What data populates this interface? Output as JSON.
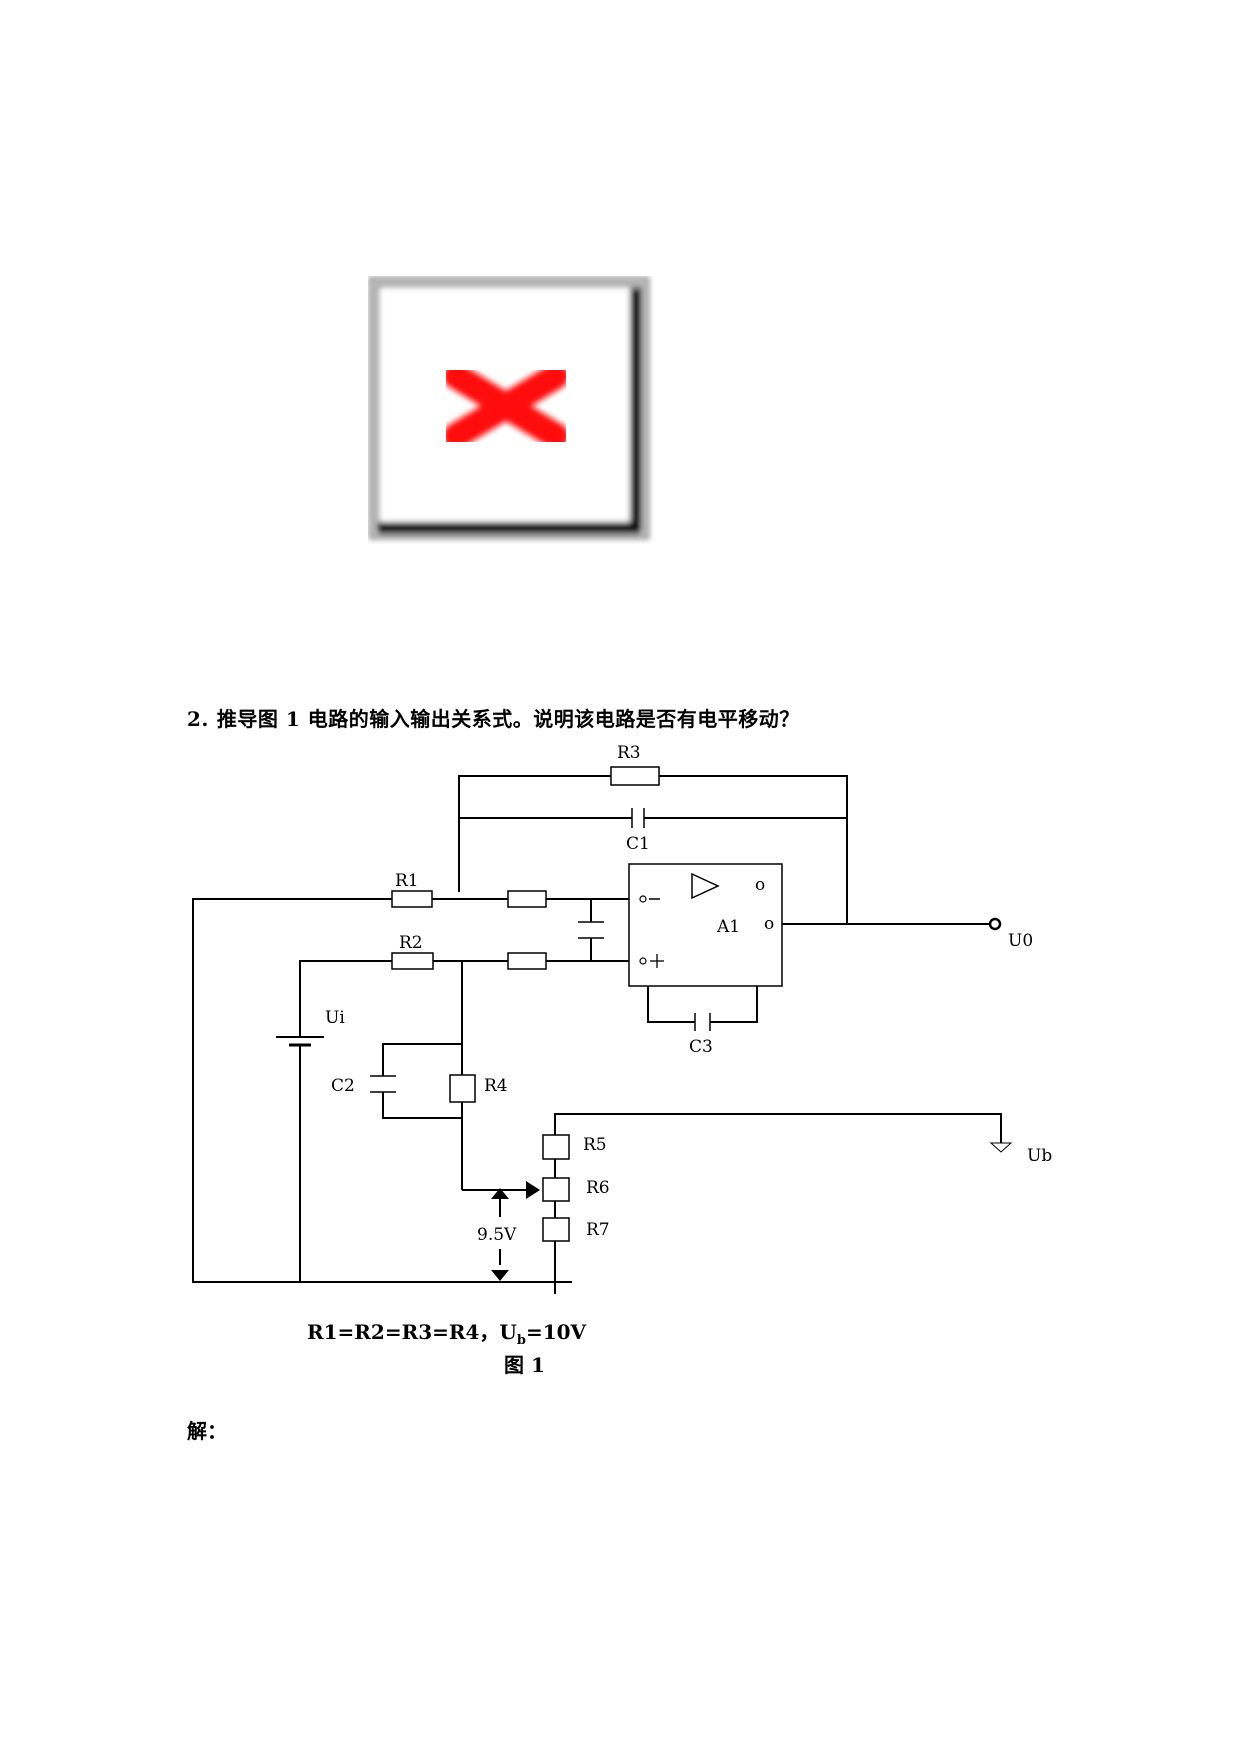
{
  "question": {
    "number": "2.",
    "text": "推导图 1 电路的输入输出关系式。说明该电路是否有电平移动？"
  },
  "figure": {
    "labels": {
      "r1": "R1",
      "r2": "R2",
      "r3": "R3",
      "r4": "R4",
      "r5": "R5",
      "r6": "R6",
      "r7": "R7",
      "c1": "C1",
      "c2": "C2",
      "c3": "C3",
      "amp": "A1",
      "output": "U0",
      "input": "Ui",
      "bias": "Ub",
      "voltage": "9.5V",
      "pin_small_a": "o",
      "pin_small_b": "o"
    },
    "params": {
      "prefix": "R1=R2=R3=R4，U",
      "sub": "b",
      "suffix": "=10V"
    },
    "caption": "图 1"
  },
  "answer_label": "解："
}
